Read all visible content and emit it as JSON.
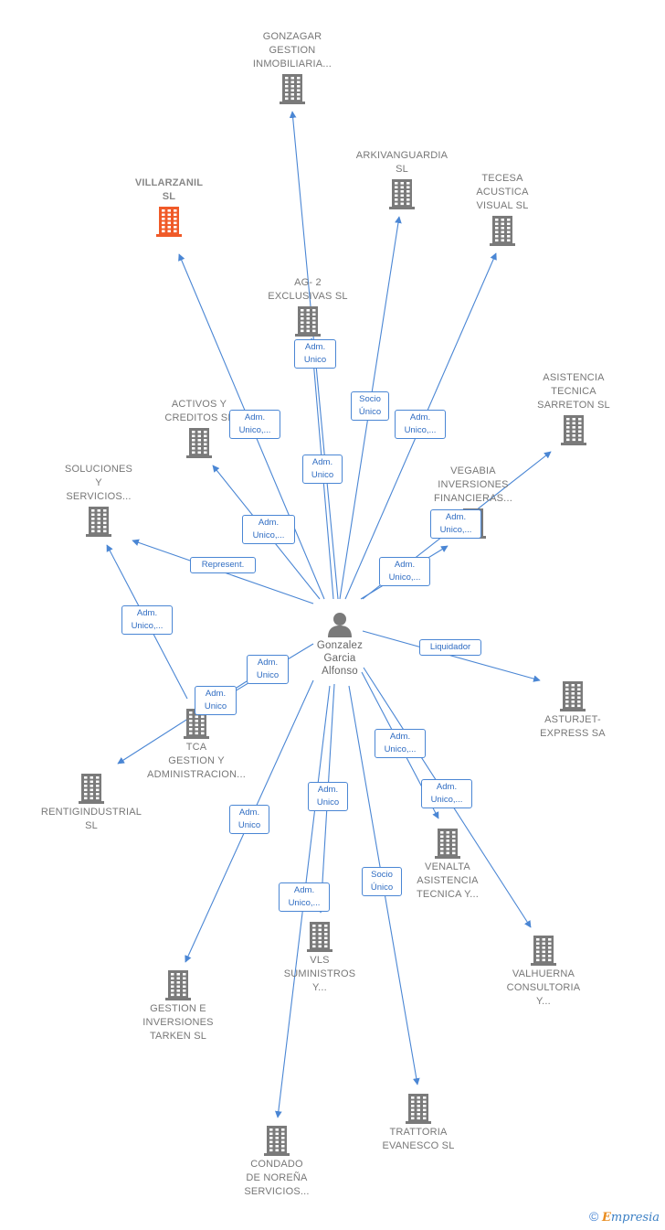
{
  "center": {
    "name": "Gonzalez\nGarcia\nAlfonso"
  },
  "colors": {
    "edge": "#4a86d4",
    "building": "#7a7a7a",
    "main_building": "#f05a28"
  },
  "nodes": [
    {
      "id": "gonzagar",
      "name": "GONZAGAR\nGESTION\nINMOBILIARIA...",
      "main": false
    },
    {
      "id": "arkivanguardia",
      "name": "ARKIVANGUARDIA\nSL",
      "main": false
    },
    {
      "id": "tecesa",
      "name": "TECESA\nACUSTICA\nVISUAL  SL",
      "main": false
    },
    {
      "id": "villarzanil",
      "name": "VILLARZANIL\nSL",
      "main": true
    },
    {
      "id": "ag2",
      "name": "AG- 2\nEXCLUSIVAS SL",
      "main": false
    },
    {
      "id": "asistencia",
      "name": "ASISTENCIA\nTECNICA\nSARRETON  SL",
      "main": false
    },
    {
      "id": "activos",
      "name": "ACTIVOS Y\nCREDITOS SL",
      "main": false
    },
    {
      "id": "soluciones",
      "name": "SOLUCIONES\nY\nSERVICIOS...",
      "main": false
    },
    {
      "id": "vegabia",
      "name": "VEGABIA\nINVERSIONES\nFINANCIERAS...",
      "main": false
    },
    {
      "id": "asturjet",
      "name": "ASTURJET-\nEXPRESS SA",
      "main": false
    },
    {
      "id": "tca",
      "name": "TCA\nGESTION Y\nADMINISTRACION...",
      "main": false
    },
    {
      "id": "rentig",
      "name": "RENTIGINDUSTRIAL\nSL",
      "main": false
    },
    {
      "id": "venalta",
      "name": "VENALTA\nASISTENCIA\nTECNICA Y...",
      "main": false
    },
    {
      "id": "valhuerna",
      "name": "VALHUERNA\nCONSULTORIA\nY...",
      "main": false
    },
    {
      "id": "vls",
      "name": "VLS\nSUMINISTROS\nY...",
      "main": false
    },
    {
      "id": "tarken",
      "name": "GESTION E\nINVERSIONES\nTARKEN  SL",
      "main": false
    },
    {
      "id": "trattoria",
      "name": "TRATTORIA\nEVANESCO  SL",
      "main": false
    },
    {
      "id": "condado",
      "name": "CONDADO\nDE NOREÑA\nSERVICIOS...",
      "main": false
    }
  ],
  "edges": [
    {
      "label": "Adm.\nUnico"
    },
    {
      "label": "Socio\nÚnico"
    },
    {
      "label": "Adm.\nUnico,..."
    },
    {
      "label": "Adm.\nUnico,..."
    },
    {
      "label": "Adm.\nUnico"
    },
    {
      "label": "Adm.\nUnico,..."
    },
    {
      "label": "Adm.\nUnico,..."
    },
    {
      "label": "Represent."
    },
    {
      "label": "Adm.\nUnico,..."
    },
    {
      "label": "Adm.\nUnico,..."
    },
    {
      "label": "Liquidador"
    },
    {
      "label": "Adm.\nUnico"
    },
    {
      "label": "Adm.\nUnico"
    },
    {
      "label": "Adm.\nUnico,..."
    },
    {
      "label": "Adm.\nUnico,..."
    },
    {
      "label": "Adm.\nUnico"
    },
    {
      "label": "Adm.\nUnico,..."
    },
    {
      "label": "Adm.\nUnico"
    },
    {
      "label": "Socio\nÚnico"
    }
  ],
  "brand": {
    "copyright": "©",
    "e": "E",
    "rest": "mpresia"
  }
}
